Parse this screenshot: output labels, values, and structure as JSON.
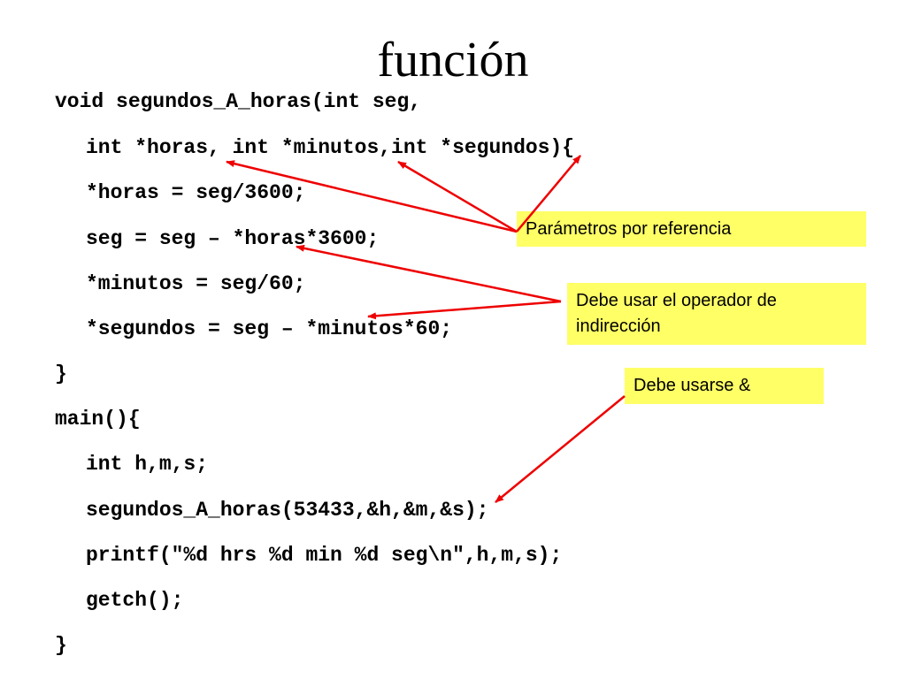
{
  "title": "función",
  "code_lines": [
    "void segundos_A_horas(int seg,",
    "int *horas, int *minutos,int *segundos){",
    "*horas = seg/3600;",
    "seg = seg – *horas*3600;",
    "*minutos = seg/60;",
    "*segundos = seg – *minutos*60;",
    "}",
    "main(){",
    "int h,m,s;",
    "segundos_A_horas(53433,&h,&m,&s);",
    "printf(\"%d hrs %d min %d seg\\n\",h,m,s);",
    "getch();",
    "}"
  ],
  "callouts": {
    "parametros": "Parámetros por referencia",
    "indireccion": "Debe usar el operador de indirección",
    "ampersand": "Debe usarse &"
  },
  "colors": {
    "arrow": "#ee0000",
    "callout_bg": "#ffff66"
  }
}
